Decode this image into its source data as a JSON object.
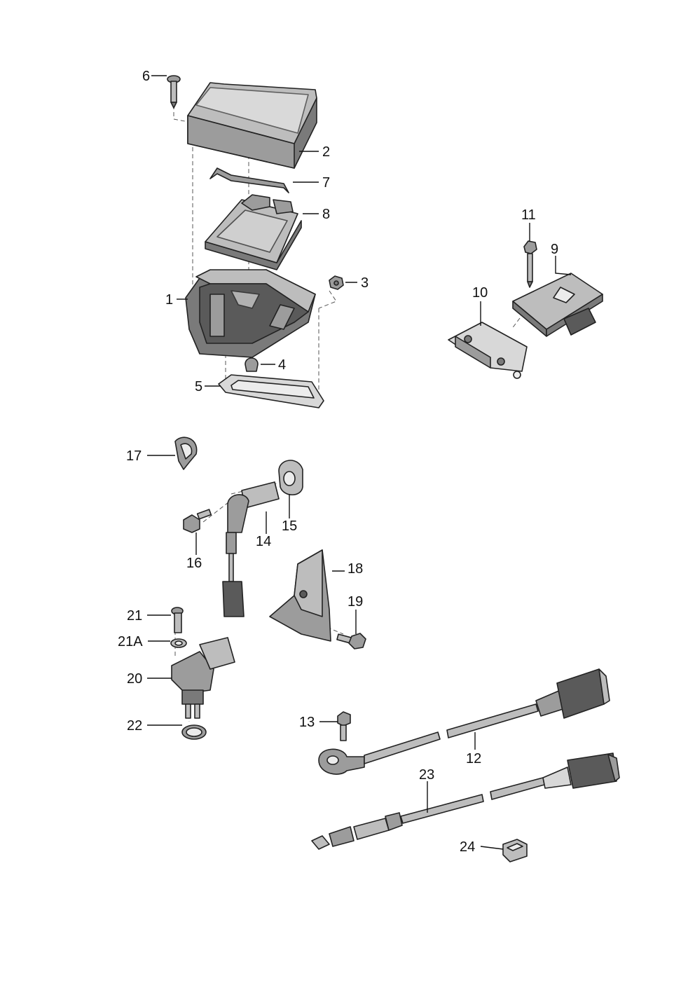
{
  "diagram": {
    "callouts": [
      {
        "id": "1",
        "text": "1"
      },
      {
        "id": "2",
        "text": "2"
      },
      {
        "id": "3",
        "text": "3"
      },
      {
        "id": "4",
        "text": "4"
      },
      {
        "id": "5",
        "text": "5"
      },
      {
        "id": "6",
        "text": "6"
      },
      {
        "id": "7",
        "text": "7"
      },
      {
        "id": "8",
        "text": "8"
      },
      {
        "id": "9",
        "text": "9"
      },
      {
        "id": "10",
        "text": "10"
      },
      {
        "id": "11",
        "text": "11"
      },
      {
        "id": "12",
        "text": "12"
      },
      {
        "id": "13",
        "text": "13"
      },
      {
        "id": "14",
        "text": "14"
      },
      {
        "id": "15",
        "text": "15"
      },
      {
        "id": "16",
        "text": "16"
      },
      {
        "id": "17",
        "text": "17"
      },
      {
        "id": "18",
        "text": "18"
      },
      {
        "id": "19",
        "text": "19"
      },
      {
        "id": "20",
        "text": "20"
      },
      {
        "id": "21",
        "text": "21"
      },
      {
        "id": "21A",
        "text": "21A"
      },
      {
        "id": "22",
        "text": "22"
      },
      {
        "id": "23",
        "text": "23"
      },
      {
        "id": "24",
        "text": "24"
      }
    ]
  }
}
